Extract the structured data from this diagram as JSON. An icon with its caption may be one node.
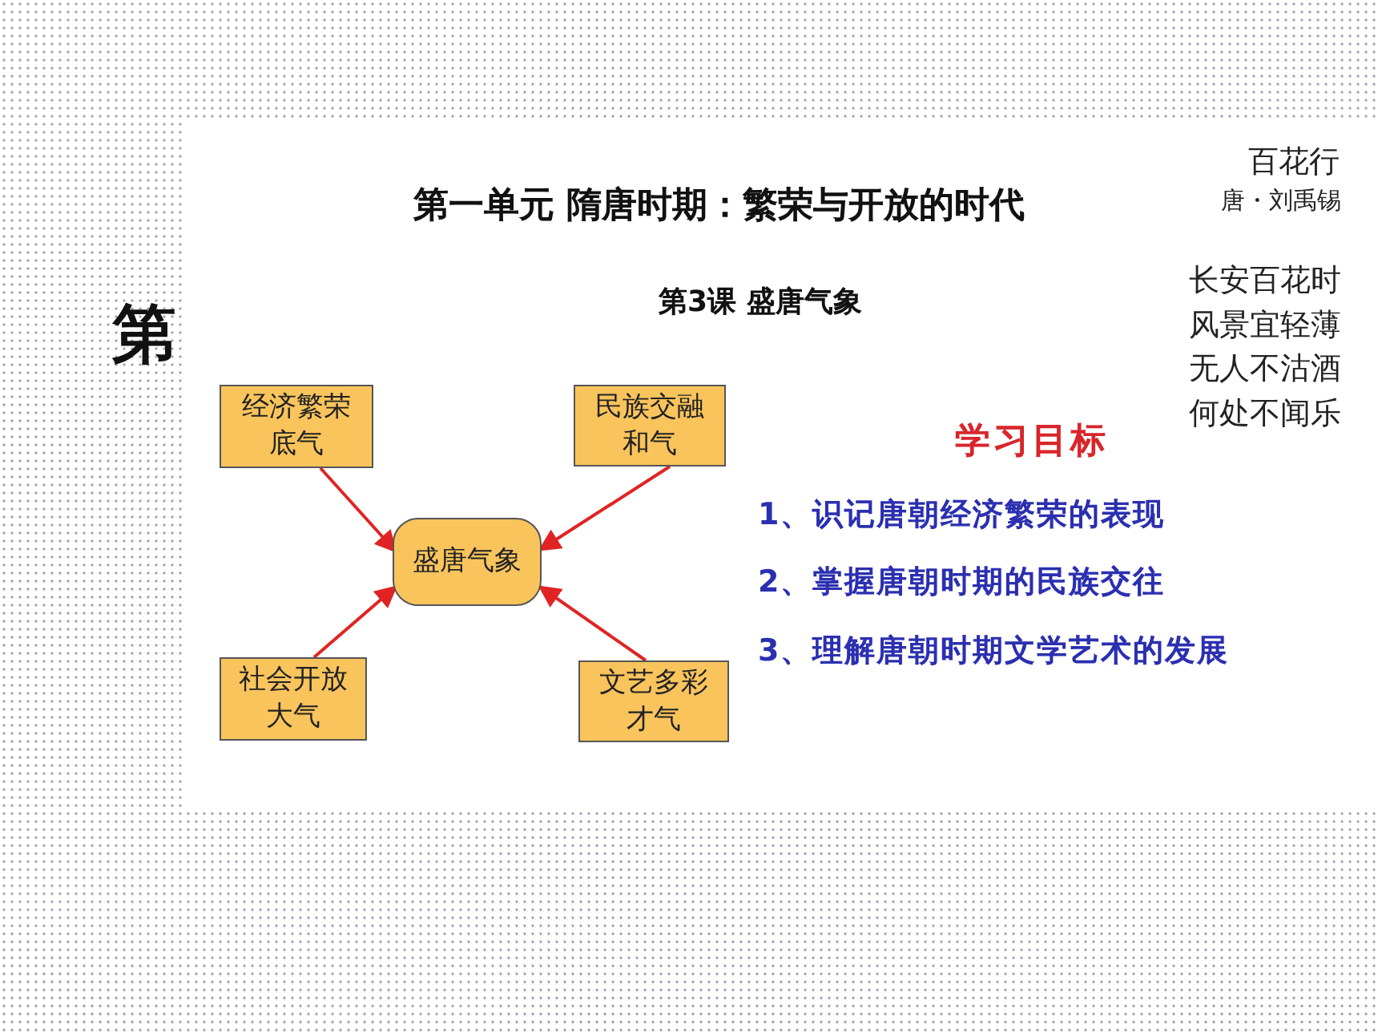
{
  "diagram": {
    "title": "第一单元  隋唐时期：繁荣与开放的时代",
    "nodes": [
      {
        "text": [
          "经济繁荣底气"
        ]
      },
      {
        "text": [
          "民族交融和气"
        ]
      },
      {
        "text": [
          "盛唐气象"
        ]
      },
      {
        "text": [
          "社会开放大气"
        ]
      },
      {
        "text": [
          "文艺多彩才气"
        ]
      }
    ],
    "edges": [
      {
        "from": 0,
        "to": 2,
        "arrow": "to"
      },
      {
        "from": 1,
        "to": 2,
        "arrow": "to"
      },
      {
        "from": 3,
        "to": 2,
        "arrow": "to"
      },
      {
        "from": 4,
        "to": 2,
        "arrow": "to"
      }
    ],
    "labels": [
      "百花行",
      "唐・刘禹锡",
      "第3课 盛唐气象",
      "长安百花时",
      "风景宜轻薄",
      "无人不沽酒",
      "何处不闻乐",
      "第",
      "学习目标",
      "1、识记唐朝经济繁荣的表现",
      "2、掌握唐朝时期的民族交往",
      "3、理解唐朝时期文学艺术的发展"
    ]
  }
}
